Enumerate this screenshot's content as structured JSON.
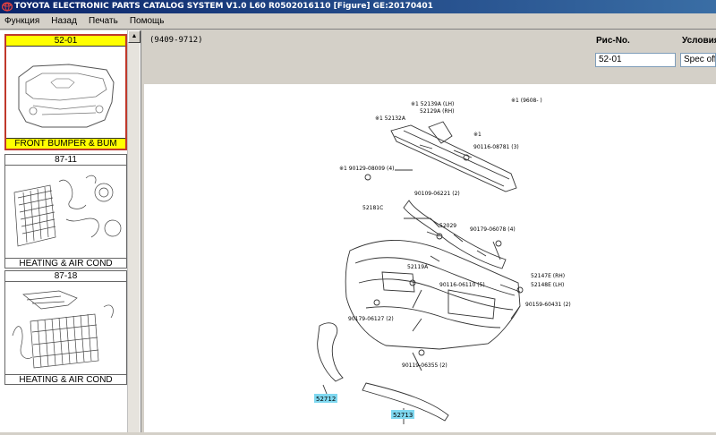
{
  "window": {
    "title": "TOYOTA ELECTRONIC PARTS CATALOG SYSTEM V1.0 L60 R0502016110 [Figure] GE:20170401"
  },
  "menu": {
    "items": [
      {
        "label": "Функция"
      },
      {
        "label": "Назад"
      },
      {
        "label": "Печать"
      },
      {
        "label": "Помощь"
      }
    ]
  },
  "thumbs": [
    {
      "num": "52-01",
      "label": "FRONT BUMPER & BUM"
    },
    {
      "num": "87-11",
      "label": "HEATING & AIR COND"
    },
    {
      "num": "87-18",
      "label": "HEATING & AIR COND"
    }
  ],
  "scroll": {
    "up_arrow": "▲"
  },
  "header": {
    "code_range": "(9409-9712)",
    "fig_label": "Рис-No.",
    "fig_value": "52-01",
    "cond_label": "Условия",
    "cond_value": "Spec off"
  },
  "diagram": {
    "note": "※1 (9608-          )",
    "parts": [
      {
        "text": "※1 52139A (LH)"
      },
      {
        "text": "52129A (RH)"
      },
      {
        "text": "※1 52132A"
      },
      {
        "text": "※1"
      },
      {
        "text": "90116-08781 (3)"
      },
      {
        "text": "※1 90129-08009 (4)"
      },
      {
        "text": "90109-06221 (2)"
      },
      {
        "text": "52181C"
      },
      {
        "text": "52029"
      },
      {
        "text": "90179-06078 (4)"
      },
      {
        "text": "52119A"
      },
      {
        "text": "90116-06110 (5)"
      },
      {
        "text": "52147E (RH)"
      },
      {
        "text": "52148E (LH)"
      },
      {
        "text": "90179-06127 (2)"
      },
      {
        "text": "90159-60431 (2)"
      },
      {
        "text": "90119-06355 (2)"
      },
      {
        "text": "52712"
      },
      {
        "text": "52713"
      }
    ]
  },
  "colors": {
    "selected_bg": "#ffff00",
    "selected_border": "#c0392b",
    "highlight": "#7fd8f0"
  }
}
